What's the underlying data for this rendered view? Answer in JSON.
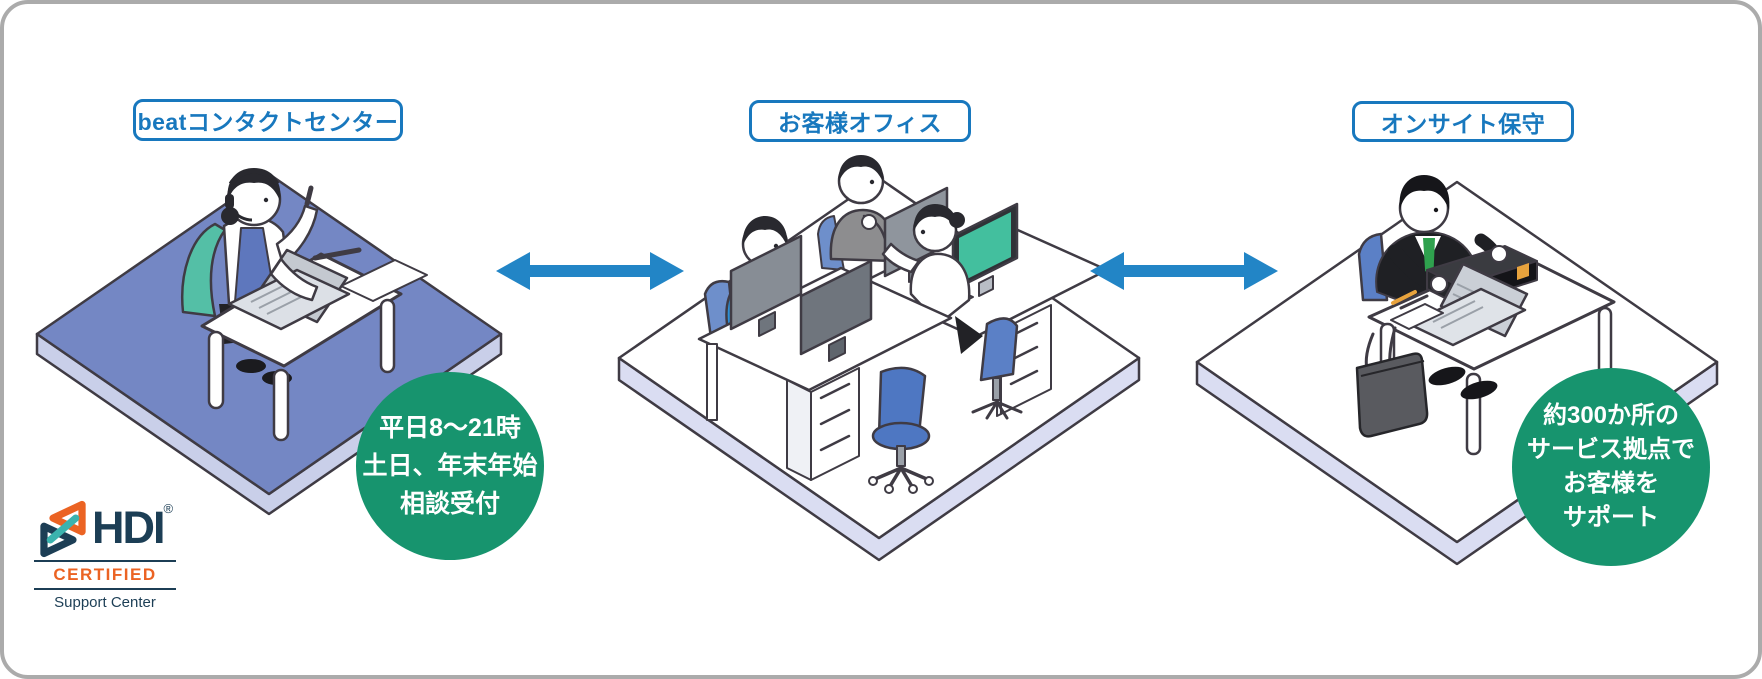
{
  "page": {
    "sections": [
      {
        "id": "contact-center",
        "label": "beatコンタクトセンター"
      },
      {
        "id": "customer-office",
        "label": "お客様オフィス"
      },
      {
        "id": "onsite-maintenance",
        "label": "オンサイト保守"
      }
    ],
    "badges": {
      "hours": {
        "line1": "平日8〜21時",
        "line2": "土日、年末年始",
        "line3": "相談受付"
      },
      "locations": {
        "line1": "約300か所の",
        "line2": "サービス拠点で",
        "line3": "お客様を",
        "line4": "サポート"
      }
    },
    "hdi": {
      "brand": "HDI",
      "reg": "®",
      "certified": "CERTIFIED",
      "subtitle": "Support Center"
    },
    "icons": {
      "arrow_left": "double-headed-arrow",
      "arrow_right": "double-headed-arrow",
      "hdi_mark": "hdi-logo-mark"
    },
    "colors": {
      "label_blue": "#1878BE",
      "arrow_blue": "#2285C6",
      "badge_green": "#17946E",
      "platform_blue": "#7487C4",
      "platform_blue_side": "#C9CFE9",
      "platform_white_side": "#DADDF2",
      "outline": "#3F3B44",
      "hdi_navy": "#1C3E55",
      "hdi_orange": "#EB6323",
      "hdi_teal": "#3BB3AE",
      "frame_gray": "#ABABAB"
    }
  }
}
